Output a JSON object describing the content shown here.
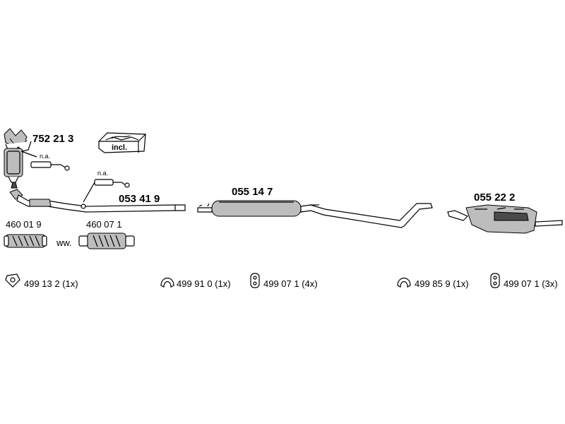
{
  "parts": {
    "manifold_cat": "752 21 3",
    "incl_box": "incl.",
    "na_1": "n.a.",
    "na_2": "n.a.",
    "front_pipe": "053 41 9",
    "middle_silencer": "055 14 7",
    "rear_silencer": "055 22 2",
    "flex_1": "460 01 9",
    "flex_2": "460 07 1",
    "ww": "ww."
  },
  "fittings": [
    {
      "icon": "gasket-icon",
      "label": "499 13 2 (1x)"
    },
    {
      "icon": "clamp-icon",
      "label": "499 91 0 (1x)"
    },
    {
      "icon": "rubber-hanger-icon",
      "label": "499 07 1 (4x)"
    },
    {
      "icon": "clamp-icon",
      "label": "499 85 9  (1x)"
    },
    {
      "icon": "rubber-hanger-icon",
      "label": "499 07 1 (3x)"
    }
  ]
}
